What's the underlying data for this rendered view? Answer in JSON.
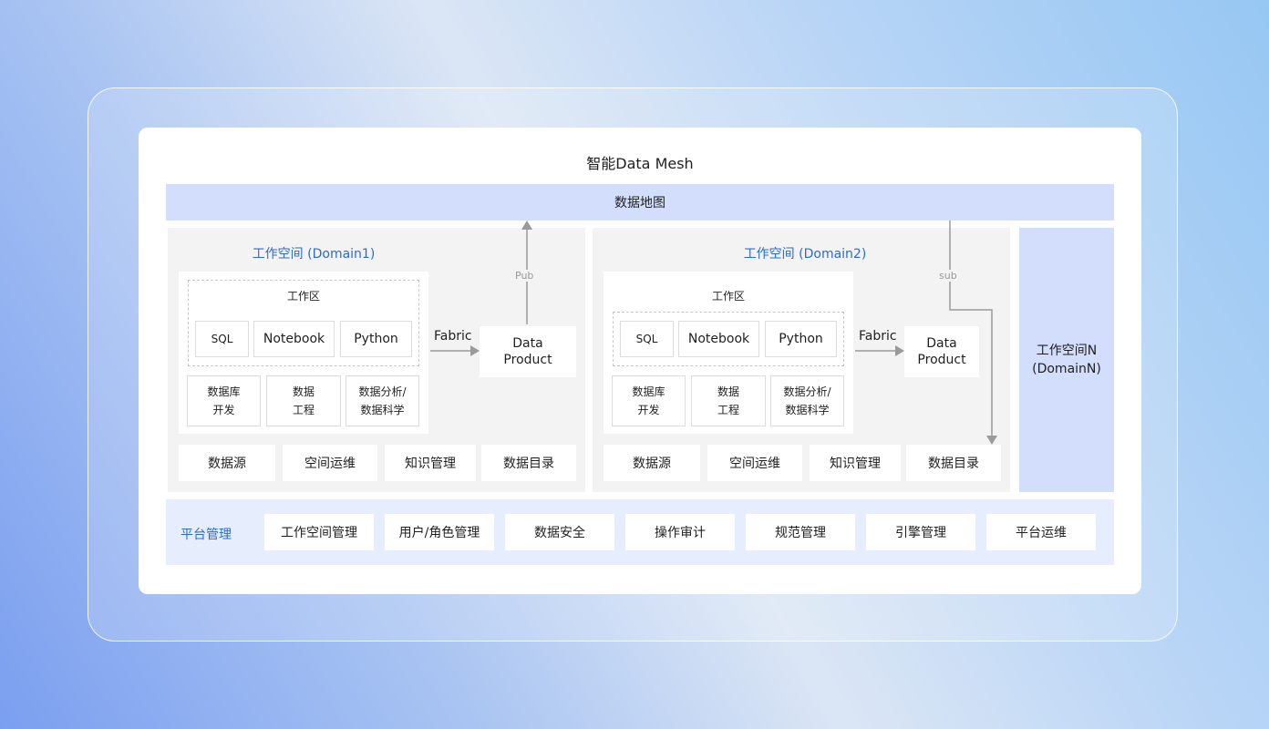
{
  "title": "智能Data Mesh",
  "data_map": "数据地图",
  "domain1": {
    "title": "工作空间 (Domain1)",
    "workarea": "工作区",
    "tools": [
      "SQL",
      "Notebook",
      "Python"
    ],
    "cells": [
      {
        "l1": "数据库",
        "l2": "开发"
      },
      {
        "l1": "数据",
        "l2": "工程"
      },
      {
        "l1": "数据分析/",
        "l2": "数据科学"
      }
    ],
    "fabric": "Fabric",
    "data_product": {
      "l1": "Data",
      "l2": "Product"
    },
    "pub": "Pub",
    "bottom": [
      "数据源",
      "空间运维",
      "知识管理",
      "数据目录"
    ]
  },
  "domain2": {
    "title": "工作空间 (Domain2)",
    "workarea": "工作区",
    "tools": [
      "SQL",
      "Notebook",
      "Python"
    ],
    "cells": [
      {
        "l1": "数据库",
        "l2": "开发"
      },
      {
        "l1": "数据",
        "l2": "工程"
      },
      {
        "l1": "数据分析/",
        "l2": "数据科学"
      }
    ],
    "fabric": "Fabric",
    "data_product": {
      "l1": "Data",
      "l2": "Product"
    },
    "sub": "sub",
    "bottom": [
      "数据源",
      "空间运维",
      "知识管理",
      "数据目录"
    ]
  },
  "domainN": {
    "l1": "工作空间N",
    "l2": "(DomainN)"
  },
  "platform": {
    "label": "平台管理",
    "items": [
      "工作空间管理",
      "用户/角色管理",
      "数据安全",
      "操作审计",
      "规范管理",
      "引擎管理",
      "平台运维"
    ]
  },
  "colors": {
    "accent": "#2b6ad6",
    "light_blue": "#d2defc",
    "panel_gray": "#f3f3f3",
    "arrow_gray": "#9a9a9a"
  }
}
